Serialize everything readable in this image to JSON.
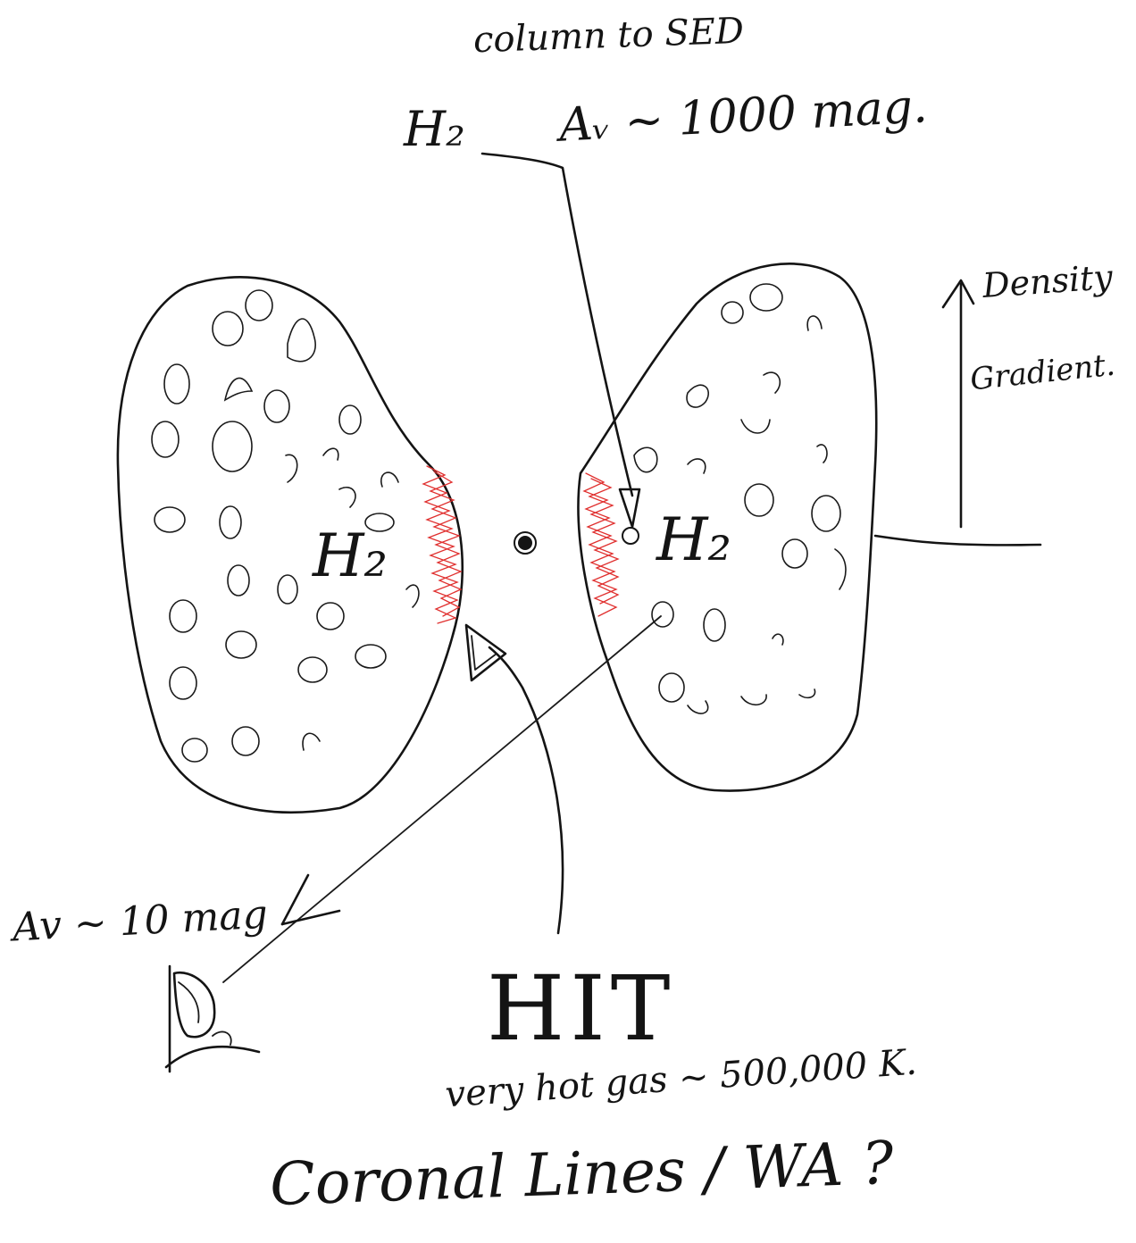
{
  "labels": {
    "column_to_sed": "column to SED",
    "h2_top": "H₂",
    "av_1000": "Aᵥ ~ 1000 mag.",
    "density": "Density",
    "gradient": "Gradient.",
    "h2_left": "H₂",
    "h2_right": "H₂",
    "av_10": "Av ~ 10 mag",
    "hit": "HIT",
    "very_hot_gas": "very hot gas ~ 500,000 K.",
    "coronal_lines": "Coronal Lines / WA ?"
  },
  "colors": {
    "ink": "#141414",
    "ionization_front": "#e0302f",
    "paper": "#ffffff"
  },
  "icons": {
    "central_source": "filled-dot",
    "observer": "eye-icon",
    "arrow_density": "arrow-up-icon"
  }
}
